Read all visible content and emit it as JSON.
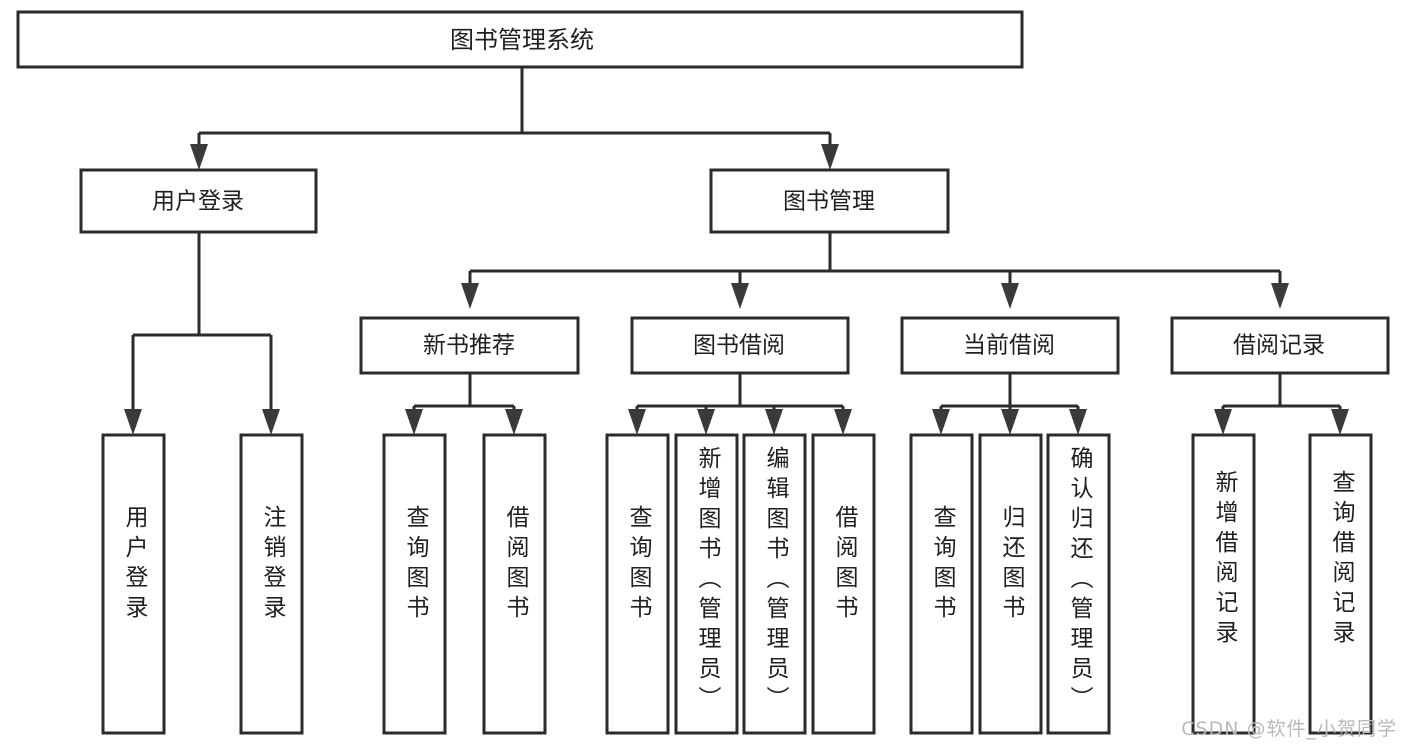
{
  "diagram": {
    "type": "tree",
    "title": "图书管理系统",
    "orientation": "top-down",
    "root": {
      "id": "root",
      "label": "图书管理系统"
    },
    "level2": [
      {
        "id": "user-login",
        "label": "用户登录"
      },
      {
        "id": "book-management",
        "label": "图书管理"
      }
    ],
    "level3": [
      {
        "id": "new-book-recommend",
        "label": "新书推荐",
        "parent": "book-management"
      },
      {
        "id": "book-borrow",
        "label": "图书借阅",
        "parent": "book-management"
      },
      {
        "id": "current-borrow",
        "label": "当前借阅",
        "parent": "book-management"
      },
      {
        "id": "borrow-record",
        "label": "借阅记录",
        "parent": "book-management"
      }
    ],
    "leaves": [
      {
        "id": "leaf-user-login",
        "label": "用户登录",
        "parent": "user-login"
      },
      {
        "id": "leaf-logout",
        "label": "注销登录",
        "parent": "user-login"
      },
      {
        "id": "leaf-query-book-1",
        "label": "查询图书",
        "parent": "new-book-recommend"
      },
      {
        "id": "leaf-borrow-book-1",
        "label": "借阅图书",
        "parent": "new-book-recommend"
      },
      {
        "id": "leaf-query-book-2",
        "label": "查询图书",
        "parent": "book-borrow"
      },
      {
        "id": "leaf-add-book",
        "label": "新增图书（管理员）",
        "parent": "book-borrow"
      },
      {
        "id": "leaf-edit-book",
        "label": "编辑图书（管理员）",
        "parent": "book-borrow"
      },
      {
        "id": "leaf-borrow-book-2",
        "label": "借阅图书",
        "parent": "book-borrow"
      },
      {
        "id": "leaf-query-book-3",
        "label": "查询图书",
        "parent": "current-borrow"
      },
      {
        "id": "leaf-return-book",
        "label": "归还图书",
        "parent": "current-borrow"
      },
      {
        "id": "leaf-confirm-return",
        "label": "确认归还（管理员）",
        "parent": "current-borrow"
      },
      {
        "id": "leaf-add-record",
        "label": "新增借阅记录",
        "parent": "borrow-record"
      },
      {
        "id": "leaf-query-record",
        "label": "查询借阅记录",
        "parent": "borrow-record"
      }
    ]
  },
  "watermark": {
    "text": "CSDN @软件_小贺同学"
  },
  "colors": {
    "background": "#ffffff",
    "box_fill": "#ffffff",
    "box_stroke": "#2b2b2b",
    "text": "#1f1f1f",
    "watermark": "#b9b9b9"
  }
}
